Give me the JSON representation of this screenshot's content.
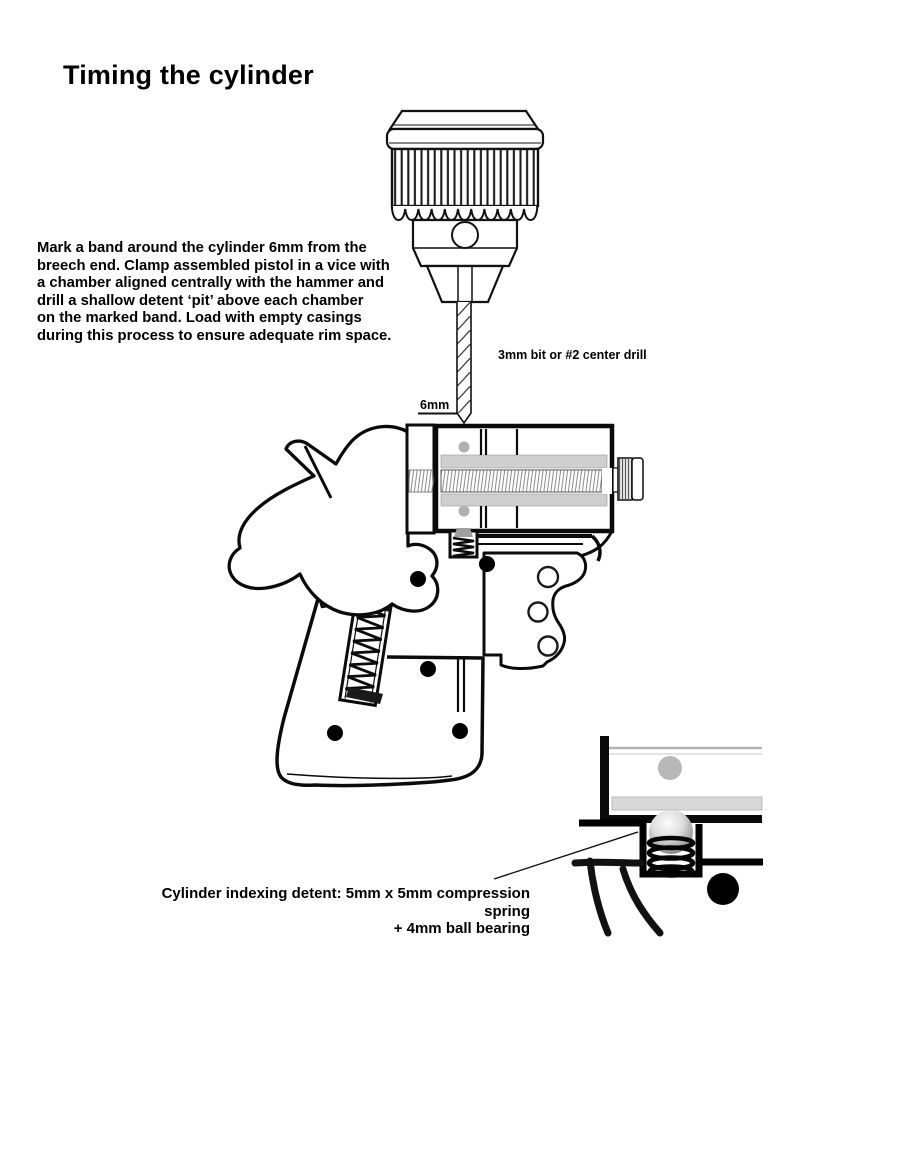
{
  "page": {
    "background": "#ffffff"
  },
  "header": {
    "title": "Timing the cylinder"
  },
  "instructions": {
    "text": "Mark a band around the cylinder 6mm from the\nbreech end. Clamp assembled pistol in a vice with\na chamber aligned centrally with the hammer and\ndrill a shallow detent ‘pit’ above each chamber\non the marked band. Load with empty casings\nduring this process to ensure adequate rim space."
  },
  "labels": {
    "drill_bit": "3mm bit or #2 center drill",
    "band_offset": "6mm"
  },
  "caption": {
    "line1": "Cylinder indexing detent: 5mm x 5mm compression spring",
    "line2": "+ 4mm ball bearing"
  },
  "figures": {
    "drill_chuck": "drill-chuck-with-3mm-bit",
    "pistol": "assembled-pistol-with-cylinder",
    "detent_detail": "cylinder-indexing-detent-cross-section"
  },
  "colors": {
    "ink": "#000000",
    "band_gray": "#d0d0d0",
    "dot_gray": "#b5b5b5"
  }
}
